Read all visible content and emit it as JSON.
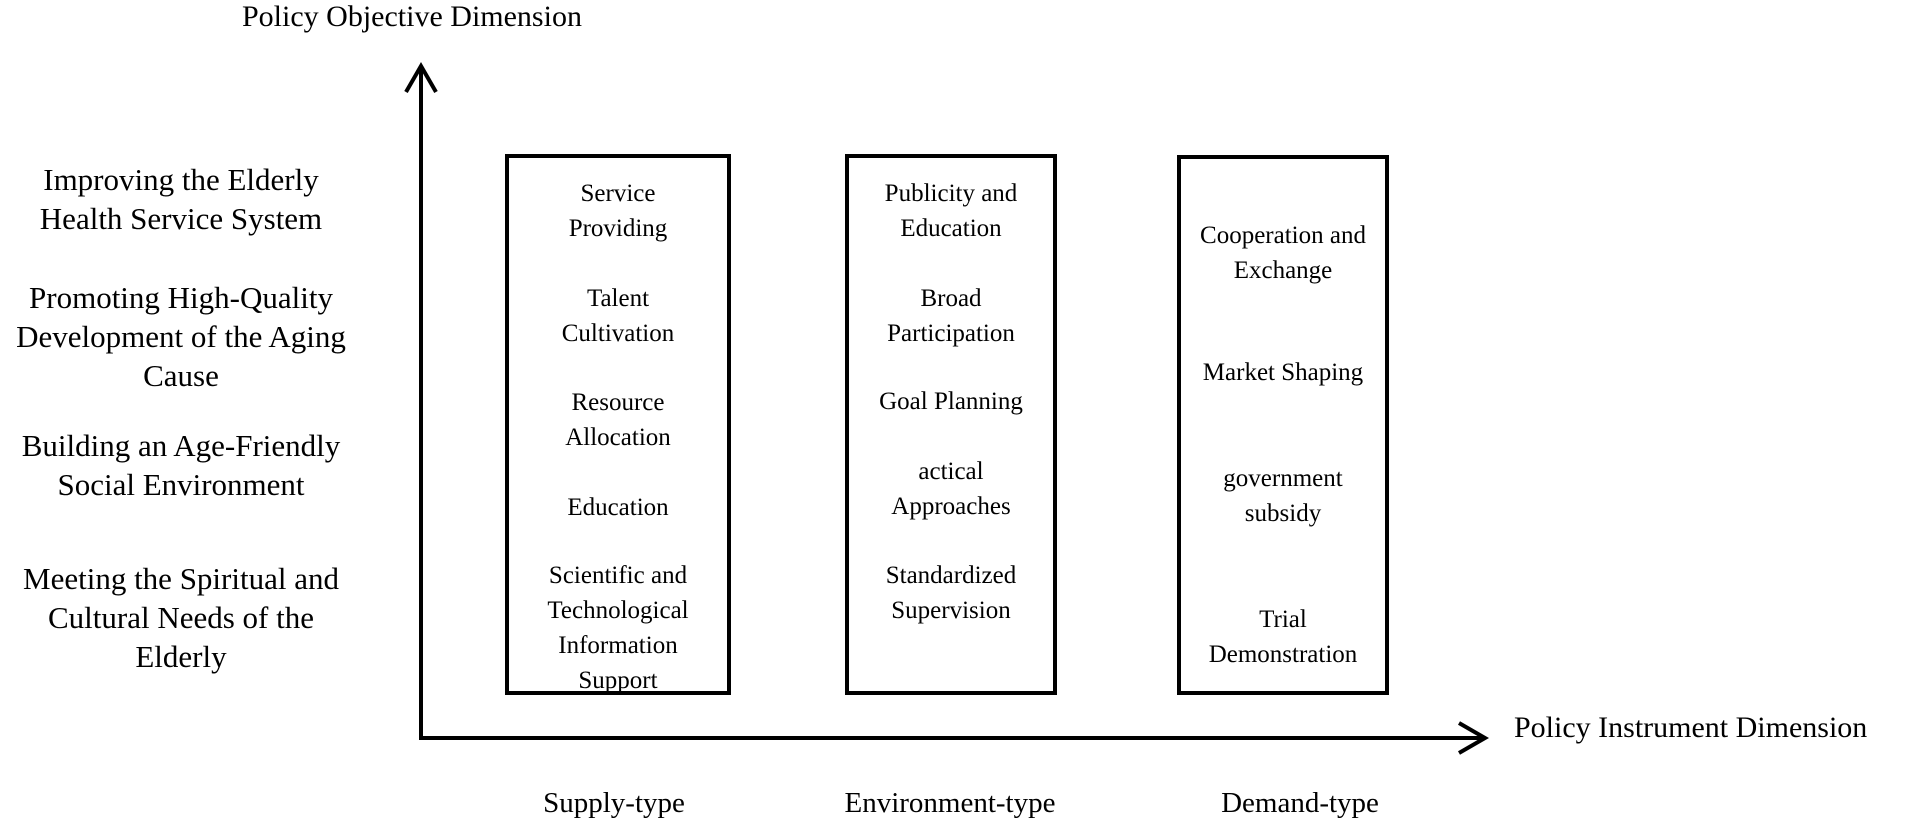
{
  "y_axis": {
    "title": "Policy Objective Dimension"
  },
  "x_axis": {
    "title": "Policy Instrument Dimension"
  },
  "objectives": [
    "Improving the Elderly\nHealth Service System",
    "Promoting High-Quality\nDevelopment of the Aging\nCause",
    "Building an Age-Friendly\nSocial Environment",
    "Meeting the Spiritual and\nCultural Needs of the\nElderly"
  ],
  "columns": [
    {
      "category": "Supply-type",
      "items": [
        "Service\nProviding",
        "Talent\nCultivation",
        "Resource\nAllocation",
        "Education",
        "Scientific and\nTechnological\nInformation\nSupport"
      ]
    },
    {
      "category": "Environment-type",
      "items": [
        "Publicity and\nEducation",
        "Broad\nParticipation",
        "Goal Planning",
        "actical\nApproaches",
        "Standardized\nSupervision"
      ]
    },
    {
      "category": "Demand-type",
      "items": [
        "Cooperation and\nExchange",
        "Market Shaping",
        "government\nsubsidy",
        "Trial\nDemonstration"
      ]
    }
  ]
}
